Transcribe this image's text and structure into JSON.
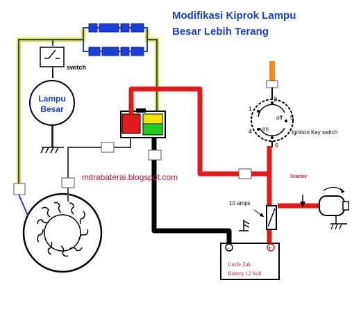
{
  "title": {
    "line1": "Modifikasi Kiprok Lampu",
    "line2": "Besar Lebih Terang"
  },
  "labels": {
    "switch": "switch",
    "lamp_line1": "Lampu",
    "lamp_line2": "Besar",
    "ignition": "Ignition Key switch",
    "watermark": "mitrabaterai.blogspot.com",
    "starter": "Starter",
    "fuse": "10 amps",
    "battery_line1": "Uncle Zak",
    "battery_line2": "Battery 12 Volt",
    "minus": "-",
    "plus": "+"
  },
  "ignition_terminals": {
    "t1": "1",
    "t3": "3",
    "t4": "4",
    "t5": "5",
    "t6": "6",
    "off": "off",
    "on": "on"
  },
  "colors": {
    "title_blue": "#1a3fd6",
    "wire_red": "#e01b1b",
    "wire_black": "#000000",
    "wire_yellow": "#f2e600",
    "wire_blue": "#1a3fd6",
    "wire_orange": "#f28c1c",
    "connector_red": "#e01b1b",
    "connector_green": "#22cc22",
    "watermark_red": "#c8102e"
  }
}
